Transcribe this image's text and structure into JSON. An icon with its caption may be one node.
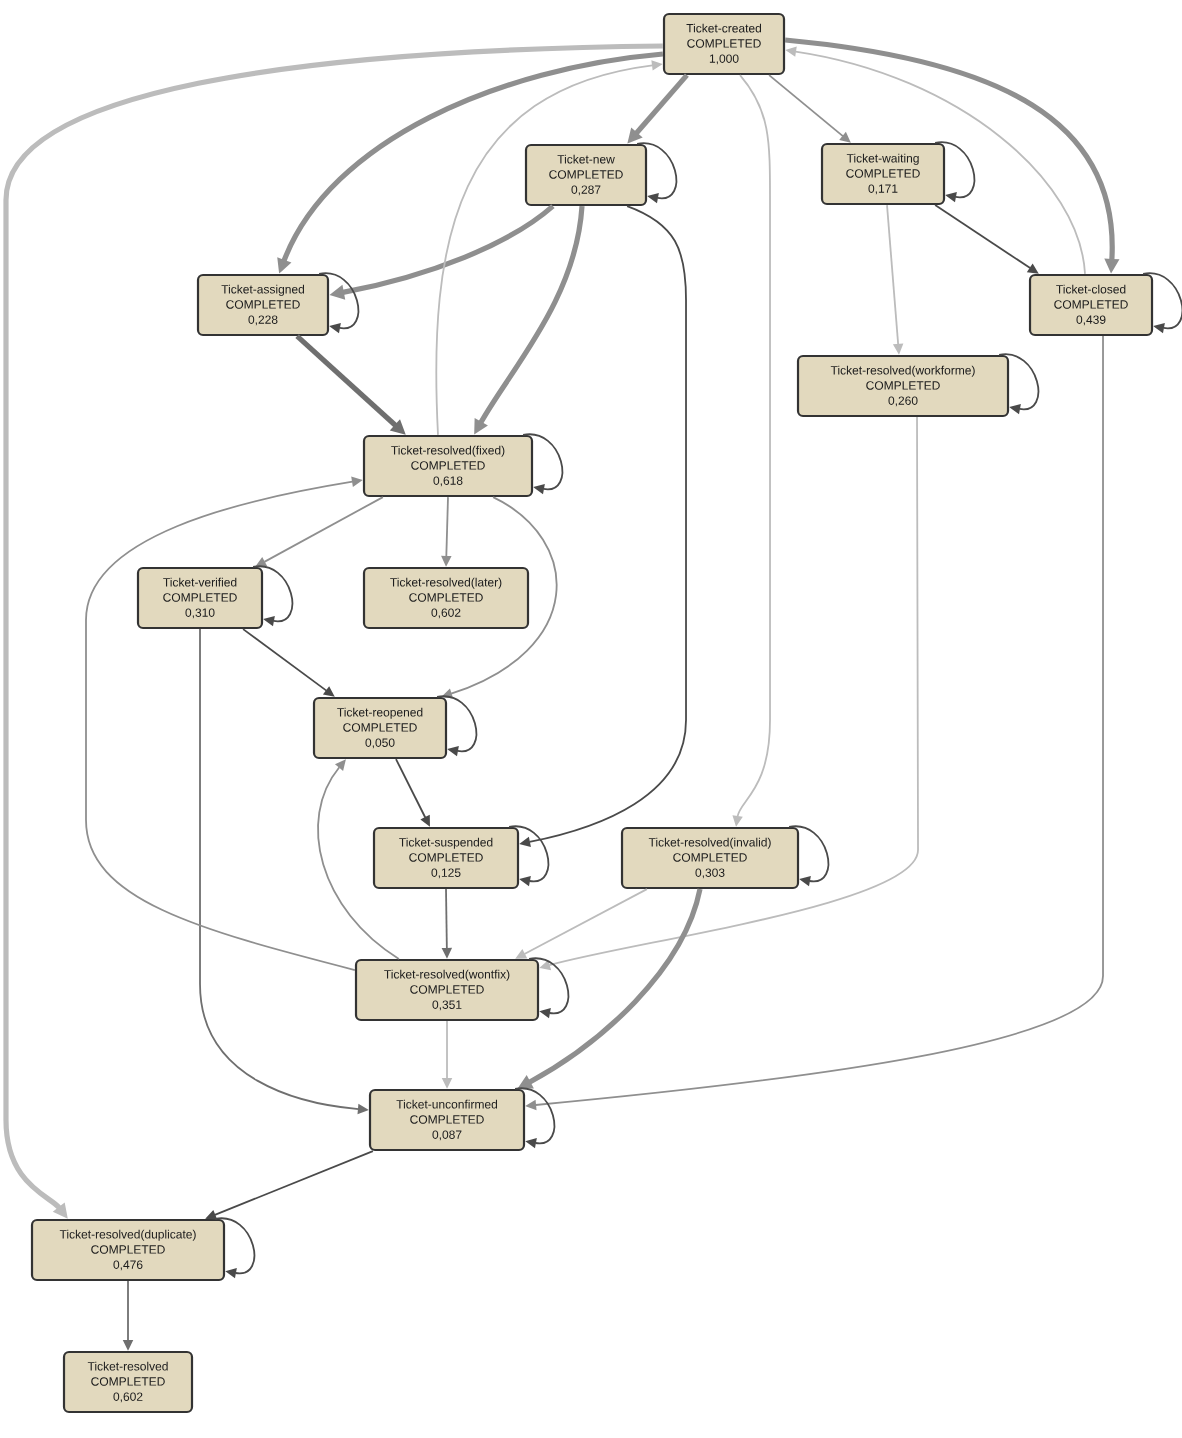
{
  "diagram": {
    "nodes": [
      {
        "text": [
          "Ticket-created",
          "COMPLETED",
          "1,000"
        ]
      },
      {
        "text": [
          "Ticket-new",
          "COMPLETED",
          "0,287"
        ]
      },
      {
        "text": [
          "Ticket-waiting",
          "COMPLETED",
          "0,171"
        ]
      },
      {
        "text": [
          "Ticket-assigned",
          "COMPLETED",
          "0,228"
        ]
      },
      {
        "text": [
          "Ticket-closed",
          "COMPLETED",
          "0,439"
        ]
      },
      {
        "text": [
          "Ticket-resolved(workforme)",
          "COMPLETED",
          "0,260"
        ]
      },
      {
        "text": [
          "Ticket-resolved(fixed)",
          "COMPLETED",
          "0,618"
        ]
      },
      {
        "text": [
          "Ticket-verified",
          "COMPLETED",
          "0,310"
        ]
      },
      {
        "text": [
          "Ticket-resolved(later)",
          "COMPLETED",
          "0,602"
        ]
      },
      {
        "text": [
          "Ticket-reopened",
          "COMPLETED",
          "0,050"
        ]
      },
      {
        "text": [
          "Ticket-suspended",
          "COMPLETED",
          "0,125"
        ]
      },
      {
        "text": [
          "Ticket-resolved(invalid)",
          "COMPLETED",
          "0,303"
        ]
      },
      {
        "text": [
          "Ticket-resolved(wontfix)",
          "COMPLETED",
          "0,351"
        ]
      },
      {
        "text": [
          "Ticket-unconfirmed",
          "COMPLETED",
          "0,087"
        ]
      },
      {
        "text": [
          "Ticket-resolved(duplicate)",
          "COMPLETED",
          "0,476"
        ]
      },
      {
        "text": [
          "Ticket-resolved",
          "COMPLETED",
          "0,602"
        ]
      }
    ],
    "edges": [
      {
        "from": 0,
        "to": 1,
        "arrow": "to",
        "style": "thick",
        "color": "#8f8f8f"
      },
      {
        "from": 0,
        "to": 3,
        "arrow": "to",
        "style": "thick",
        "color": "#8f8f8f"
      },
      {
        "from": 0,
        "to": 2,
        "arrow": "to",
        "color": "#8f8f8f"
      },
      {
        "from": 0,
        "to": 4,
        "arrow": "to",
        "style": "thick",
        "color": "#8f8f8f"
      },
      {
        "from": 0,
        "to": 11,
        "arrow": "to",
        "color": "#bcbcbc"
      },
      {
        "from": 0,
        "to": 14,
        "arrow": "to",
        "style": "thick",
        "color": "#bcbcbc"
      },
      {
        "from": 1,
        "to": 1,
        "arrow": "to"
      },
      {
        "from": 1,
        "to": 3,
        "arrow": "to",
        "style": "thick",
        "color": "#8f8f8f"
      },
      {
        "from": 1,
        "to": 6,
        "arrow": "to",
        "style": "thick",
        "color": "#8f8f8f"
      },
      {
        "from": 1,
        "to": 10,
        "arrow": "to"
      },
      {
        "from": 2,
        "to": 2,
        "arrow": "to"
      },
      {
        "from": 2,
        "to": 4,
        "arrow": "to"
      },
      {
        "from": 2,
        "to": 5,
        "arrow": "to",
        "color": "#bcbcbc"
      },
      {
        "from": 3,
        "to": 3,
        "arrow": "to"
      },
      {
        "from": 3,
        "to": 6,
        "arrow": "to",
        "style": "thick",
        "color": "#6f6f6f"
      },
      {
        "from": 4,
        "to": 4,
        "arrow": "to"
      },
      {
        "from": 4,
        "to": 0,
        "arrow": "to",
        "color": "#bcbcbc"
      },
      {
        "from": 4,
        "to": 13,
        "arrow": "to",
        "color": "#8f8f8f"
      },
      {
        "from": 5,
        "to": 5,
        "arrow": "to"
      },
      {
        "from": 5,
        "to": 12,
        "arrow": "to",
        "color": "#bcbcbc"
      },
      {
        "from": 6,
        "to": 6,
        "arrow": "to"
      },
      {
        "from": 6,
        "to": 0,
        "arrow": "to",
        "color": "#bcbcbc"
      },
      {
        "from": 6,
        "to": 7,
        "arrow": "to",
        "color": "#8f8f8f"
      },
      {
        "from": 6,
        "to": 8,
        "arrow": "to",
        "color": "#8f8f8f"
      },
      {
        "from": 6,
        "to": 9,
        "arrow": "to",
        "color": "#8f8f8f"
      },
      {
        "from": 7,
        "to": 7,
        "arrow": "to"
      },
      {
        "from": 7,
        "to": 9,
        "arrow": "to"
      },
      {
        "from": 7,
        "to": 13,
        "arrow": "to",
        "color": "#6f6f6f"
      },
      {
        "from": 9,
        "to": 9,
        "arrow": "to"
      },
      {
        "from": 9,
        "to": 10,
        "arrow": "to"
      },
      {
        "from": 10,
        "to": 10,
        "arrow": "to"
      },
      {
        "from": 10,
        "to": 12,
        "arrow": "to",
        "color": "#6f6f6f"
      },
      {
        "from": 11,
        "to": 11,
        "arrow": "to"
      },
      {
        "from": 11,
        "to": 12,
        "arrow": "to",
        "color": "#bcbcbc"
      },
      {
        "from": 11,
        "to": 13,
        "arrow": "to",
        "style": "thick",
        "color": "#8f8f8f"
      },
      {
        "from": 12,
        "to": 12,
        "arrow": "to"
      },
      {
        "from": 12,
        "to": 6,
        "arrow": "to",
        "color": "#8f8f8f"
      },
      {
        "from": 12,
        "to": 9,
        "arrow": "to",
        "color": "#8f8f8f"
      },
      {
        "from": 12,
        "to": 13,
        "arrow": "to",
        "color": "#bcbcbc"
      },
      {
        "from": 13,
        "to": 13,
        "arrow": "to"
      },
      {
        "from": 13,
        "to": 14,
        "arrow": "to"
      },
      {
        "from": 14,
        "to": 14,
        "arrow": "to"
      },
      {
        "from": 14,
        "to": 15,
        "arrow": "to",
        "color": "#6f6f6f"
      }
    ]
  }
}
